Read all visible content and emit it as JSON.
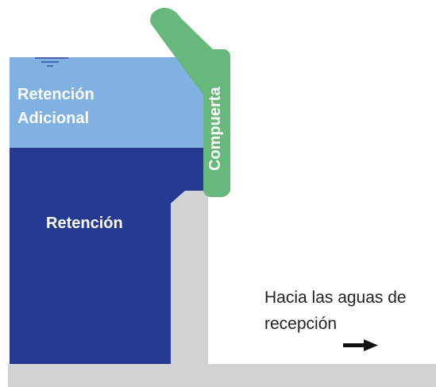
{
  "labels": {
    "extra_retention_line1": "Retención",
    "extra_retention_line2": "Adicional",
    "retention": "Retención",
    "gate": "Compuerta",
    "flow_line1": "Hacia las aguas de",
    "flow_line2": "recepción"
  },
  "icons": {
    "water_level": "water-level-icon",
    "flow_arrow": "right-arrow-icon"
  },
  "colors": {
    "extra_retention": "#7fb2e3",
    "retention": "#253a93",
    "gate": "#66b97a",
    "wall": "#d3d3d3",
    "ground": "#d3d3d3",
    "arrow": "#111111"
  }
}
